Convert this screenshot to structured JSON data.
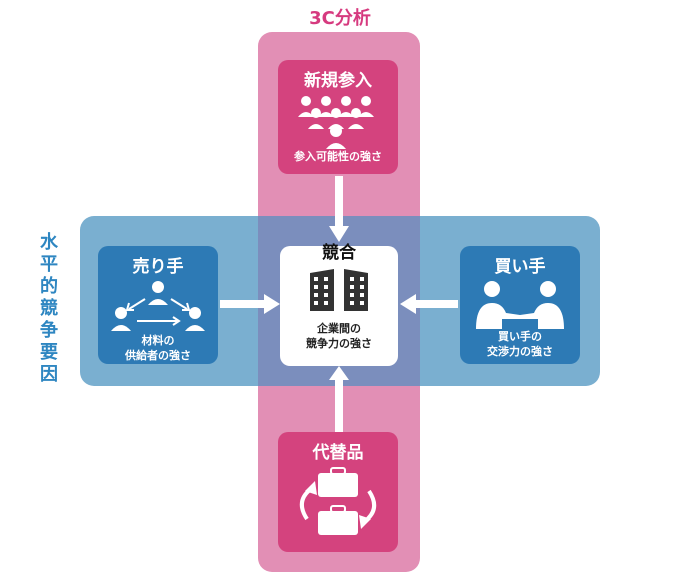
{
  "header": {
    "title": "3C分析"
  },
  "side_label": {
    "chars": [
      "水",
      "平",
      "的",
      "競",
      "争",
      "要",
      "因"
    ]
  },
  "boxes": {
    "new_entrants": {
      "title": "新規参入",
      "desc": "参入可能性の強さ"
    },
    "suppliers": {
      "title": "売り手",
      "desc_line1": "材料の",
      "desc_line2": "供給者の強さ"
    },
    "competition": {
      "title": "競合",
      "desc_line1": "企業間の",
      "desc_line2": "競争力の強さ"
    },
    "buyers": {
      "title": "買い手",
      "desc": "買い手の",
      "desc_line2": "交渉力の強さ"
    },
    "substitutes": {
      "title": "代替品"
    }
  },
  "colors": {
    "pink": "#d4437e",
    "blue": "#2d7ab5",
    "band_pink": "#e28fb5",
    "band_blue": "#7aafd0"
  }
}
